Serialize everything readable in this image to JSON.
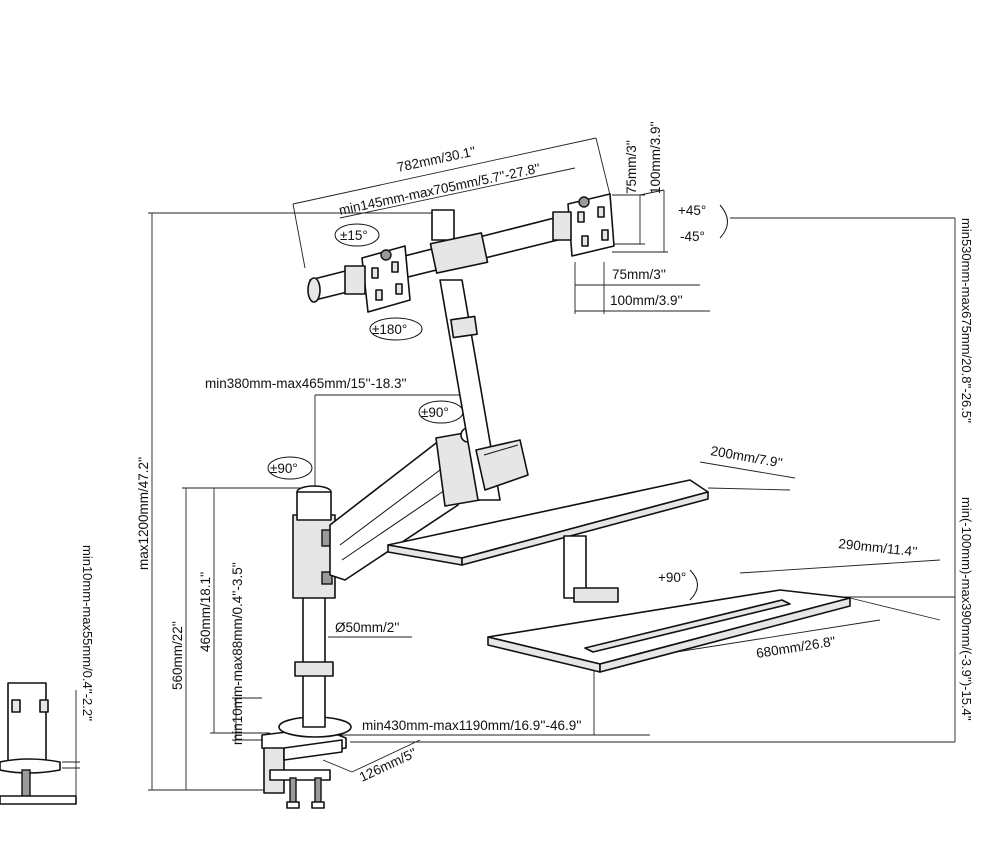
{
  "labels": {
    "width_782": "782mm/30.1''",
    "span_145_705": "min145mm-max705mm/5.7''-27.8''",
    "vesa_75_v": "75mm/3''",
    "vesa_100_v": "100mm/3.9''",
    "tilt_plus": "+45°",
    "tilt_minus": "-45°",
    "rot_15": "±15°",
    "rot_180": "±180°",
    "vesa_75_h": "75mm/3''",
    "vesa_100_h": "100mm/3.9''",
    "arm_380_465": "min380mm-max465mm/15''-18.3''",
    "rot_90_upper": "±90°",
    "rot_90_lower": "±90°",
    "height_max1200": "max1200mm/47.2''",
    "height_560": "560mm/22''",
    "height_460": "460mm/18.1''",
    "range_10_88": "min10mm-max88mm/0.4''-3.5''",
    "pole_50": "Ø50mm/2''",
    "tray_200": "200mm/7.9''",
    "tray_290": "290mm/11.4''",
    "kb_rot_90": "+90°",
    "kb_680": "680mm/26.8''",
    "reach_430_1190": "min430mm-max1190mm/16.9''-46.9''",
    "clamp_126": "126mm/5''",
    "desk_10_55": "min10mm-max55mm/0.4''-2.2''",
    "height_530_675": "min530mm-max675mm/20.8''-26.5''",
    "kb_height": "min(-100mm)-max390mm/(-3.9'')-15.4''"
  }
}
